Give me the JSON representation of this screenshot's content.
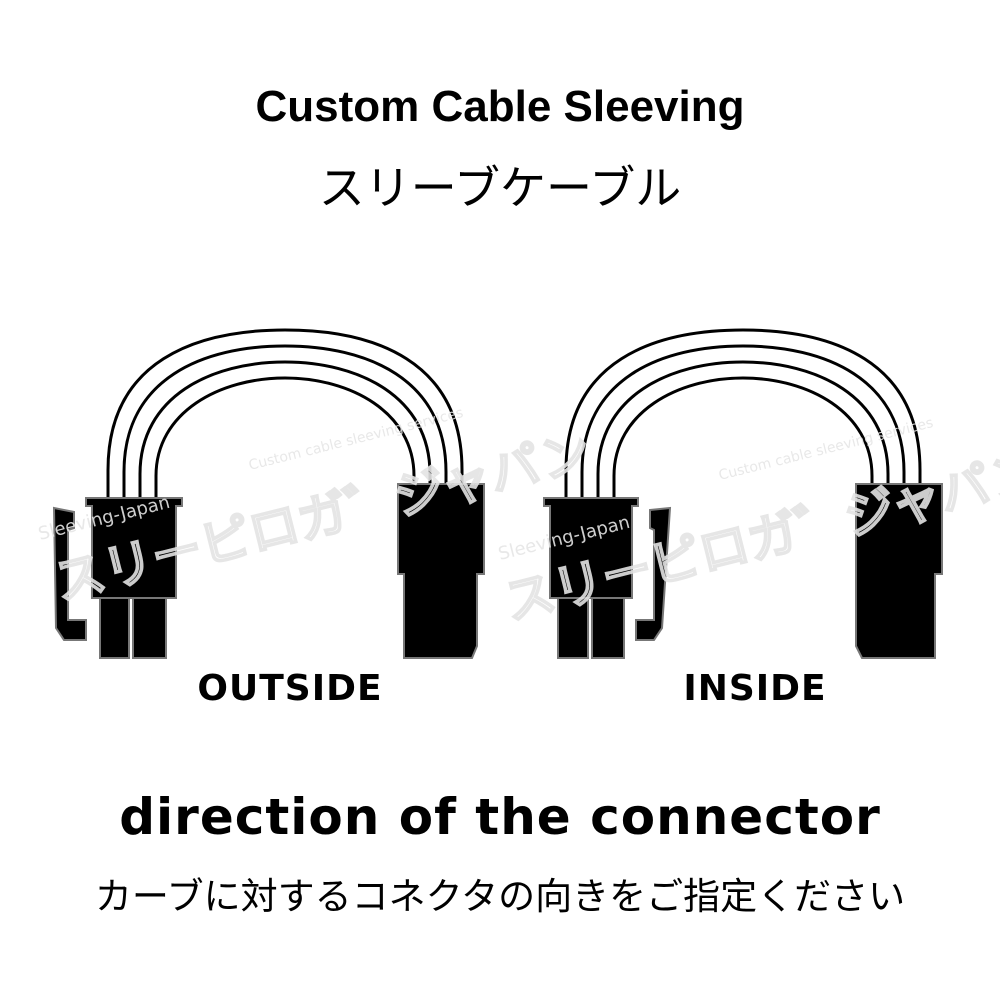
{
  "title": "Custom Cable Sleeving",
  "subtitle": "スリーブケーブル",
  "labels": {
    "outside": "OUTSIDE",
    "inside": "INSIDE"
  },
  "heading": "direction of the connector",
  "note": "カーブに対するコネクタの向きをご指定ください",
  "watermark": {
    "brand": "Sleeving-Japan",
    "tagline": "Custom cable sleeving services",
    "katakana": "スリーピロガ゛ジャパン"
  },
  "colors": {
    "ink": "#000000",
    "background": "#ffffff",
    "connector_outline": "#888888"
  },
  "icons": [
    "connector-plug-icon",
    "connector-clip-icon",
    "cable-loop-icon"
  ]
}
